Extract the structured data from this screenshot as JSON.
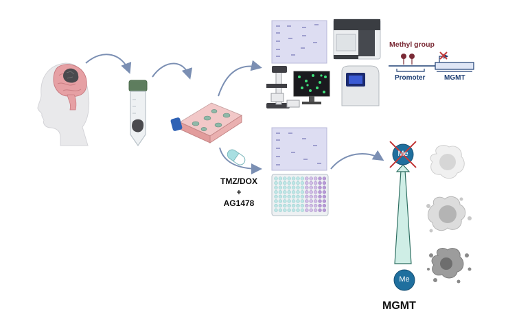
{
  "labels": {
    "drug_line1": "TMZ/DOX",
    "drug_line2": "+",
    "drug_line3": "AG1478",
    "methyl_group": "Methyl group",
    "promoter": "Promoter",
    "mgmt_gene": "MGMT",
    "me_top": "Me",
    "me_bottom": "Me",
    "mgmt_gradient": "MGMT"
  },
  "colors": {
    "arrow": "#7b8fb3",
    "methyl": "#7a2a35",
    "gene_line": "#1d3e73",
    "me_circle": "#1f6f9e",
    "wedge_fill": "#cfeee6",
    "wedge_stroke": "#2f6f62",
    "cross": "#c23a3a",
    "gel_panel": "#ddddf2"
  },
  "icons": [
    "human-head-brain-icon",
    "tissue-tube-icon",
    "culture-flask-icon",
    "capsule-icon",
    "gel-panel-icon",
    "sequencer-icon",
    "microscope-icon",
    "monitor-icon",
    "pcr-machine-icon",
    "well-plate-icon",
    "cell-icon"
  ]
}
